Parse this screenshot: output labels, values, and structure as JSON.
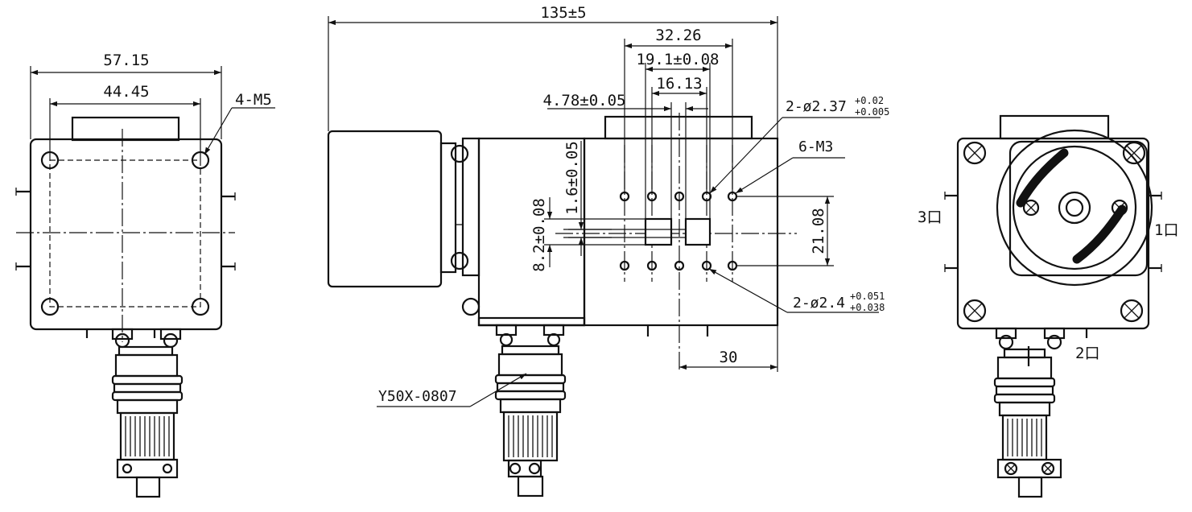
{
  "dimensions": {
    "front_width": "57.15",
    "front_hole_pitch": "44.45",
    "front_holes": "4-M5",
    "overall_length": "135±5",
    "hole_span": "32.26",
    "hole_spacing_a": "19.1±0.08",
    "hole_spacing_b": "16.13",
    "offset_a": "4.78±0.05",
    "vertical_a": "1.6±0.05",
    "vertical_b": "8.2±0.08",
    "row_spacing": "21.08",
    "side_length": "30",
    "pin_hole_top": "2-ø2.37",
    "pin_hole_top_tol_upper": "+0.02",
    "pin_hole_top_tol_lower": "+0.005",
    "thread_holes": "6-M3",
    "pin_hole_bottom": "2-ø2.4",
    "pin_hole_bottom_tol_upper": "+0.051",
    "pin_hole_bottom_tol_lower": "+0.038",
    "connector": "Y50X-0807"
  },
  "ports": {
    "port_1": "1口",
    "port_2": "2口",
    "port_3": "3口"
  }
}
